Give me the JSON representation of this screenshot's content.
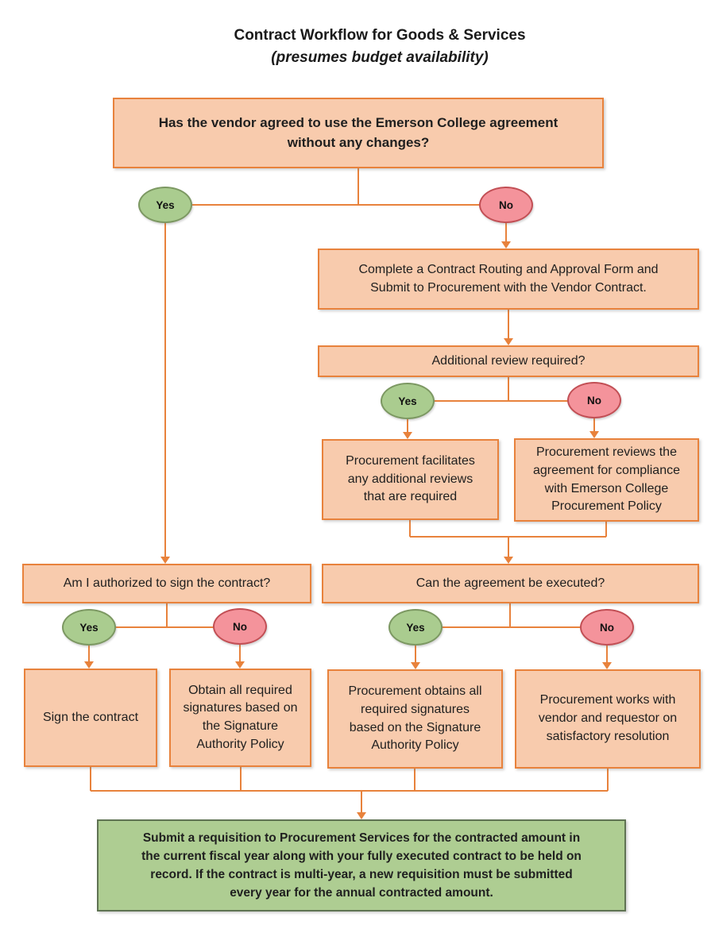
{
  "title": {
    "line1": "Contract Workflow for Goods & Services",
    "line2": "(presumes budget availability)"
  },
  "labels": {
    "yes": "Yes",
    "no": "No"
  },
  "colors": {
    "connector": "#E8823C",
    "process_fill": "#F8CBAD",
    "process_border": "#E8823C",
    "yes_fill": "#AACC8F",
    "yes_border": "#7C9862",
    "no_fill": "#F4939B",
    "no_border": "#C24F55",
    "end_fill": "#AECD92",
    "end_border": "#5F7353"
  },
  "nodes": {
    "vendor_question": "Has the vendor agreed to use the Emerson College agreement\nwithout any changes?",
    "complete_form": "Complete a Contract Routing and Approval Form and\nSubmit to Procurement with the Vendor Contract.",
    "additional_review_question": "Additional review required?",
    "facilitates_reviews": "Procurement facilitates\nany additional reviews\nthat are required",
    "reviews_compliance": "Procurement reviews the\nagreement for compliance\nwith Emerson College\nProcurement Policy",
    "authorized_question": "Am I authorized to sign the contract?",
    "executed_question": "Can the agreement be executed?",
    "sign_contract": "Sign the contract",
    "obtain_signatures": "Obtain all required\nsignatures based on\nthe Signature\nAuthority Policy",
    "procurement_obtains": "Procurement obtains all\nrequired signatures\nbased on the Signature\nAuthority Policy",
    "procurement_works": "Procurement works with\nvendor and requestor on\nsatisfactory resolution",
    "submit_requisition": "Submit a requisition to Procurement Services for the contracted amount in\nthe current fiscal year along with your fully executed contract to be held on\nrecord. If the contract is multi-year, a new requisition must be submitted\nevery year for the annual contracted amount."
  }
}
